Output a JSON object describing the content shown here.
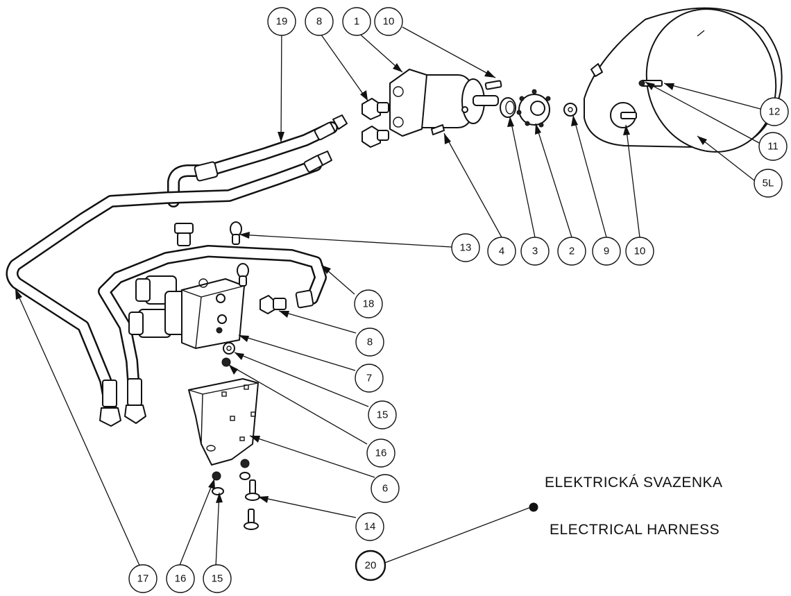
{
  "balloons": [
    "19",
    "8",
    "1",
    "10",
    "12",
    "11",
    "5L",
    "13",
    "4",
    "3",
    "2",
    "9",
    "10",
    "18",
    "8",
    "7",
    "15",
    "16",
    "6",
    "14",
    "20",
    "17",
    "16",
    "15"
  ],
  "notes": {
    "czech": "ELEKTRICKÁ SVAZENKA",
    "english": "ELECTRICAL HARNESS"
  }
}
